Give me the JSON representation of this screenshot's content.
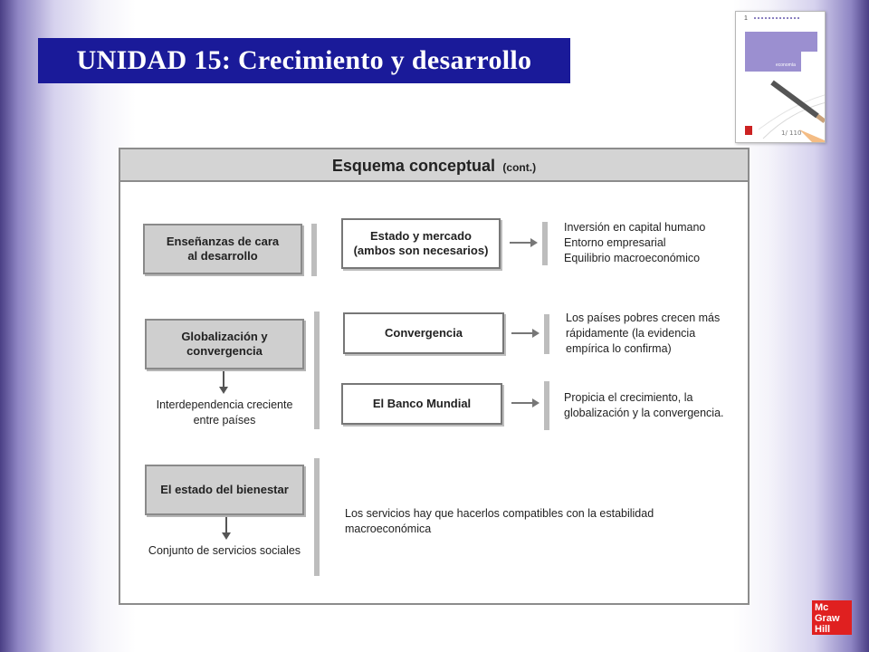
{
  "slide": {
    "title": "UNIDAD 15: Crecimiento y desarrollo"
  },
  "book_cover": {
    "number": "1",
    "title": "economía"
  },
  "logo": {
    "line1": "Mc",
    "line2": "Graw",
    "line3": "Hill"
  },
  "panel": {
    "title": "Esquema conceptual",
    "subtitle": "(cont.)"
  },
  "diagram": {
    "row1": {
      "main_box": [
        "Enseñanzas de cara",
        "al desarrollo"
      ],
      "sub_box": [
        "Estado y mercado",
        "(ambos son necesarios)"
      ],
      "details": [
        "Inversión en capital humano",
        "Entorno empresarial",
        "Equilibrio macroeconómico"
      ]
    },
    "row2": {
      "main_box": [
        "Globalización y",
        "convergencia"
      ],
      "consequence": [
        "Interdependencia creciente",
        "entre países"
      ],
      "sub_box_a": "Convergencia",
      "details_a": [
        "Los países pobres crecen más",
        "rápidamente (la evidencia",
        "empírica lo confirma)"
      ],
      "sub_box_b": "El Banco Mundial",
      "details_b": [
        "Propicia el crecimiento, la",
        "globalización y la convergencia."
      ]
    },
    "row3": {
      "main_box": "El estado del bienestar",
      "consequence": "Conjunto de servicios sociales",
      "details": [
        "Los servicios hay que hacerlos compatibles con la estabilidad",
        "macroeconómica"
      ]
    }
  },
  "colors": {
    "title_bg": "#1a1a99",
    "box_grey": "#cfcfcf",
    "logo_red": "#e02020"
  }
}
